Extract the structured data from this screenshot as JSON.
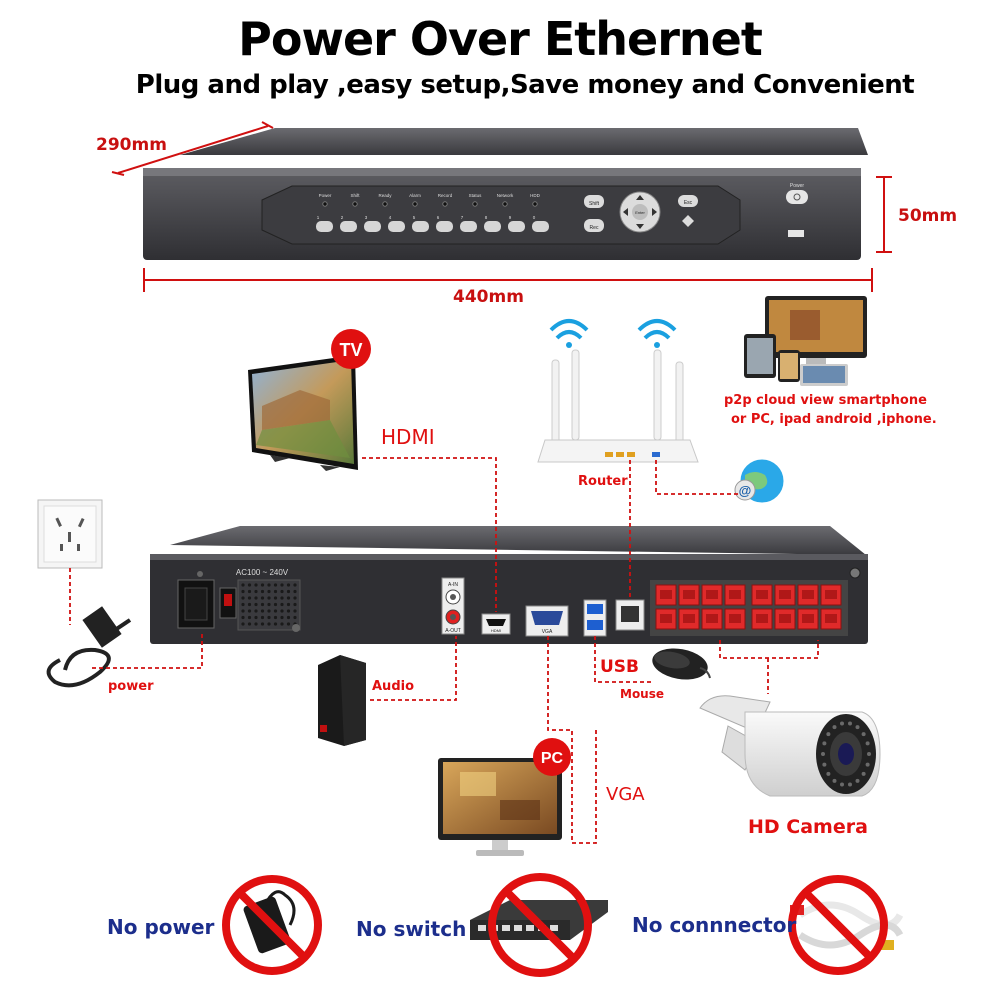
{
  "header": {
    "title": "Power Over Ethernet",
    "subtitle": "Plug and play ,easy setup,Save money and Convenient"
  },
  "dimensions": {
    "depth": "290mm",
    "height": "50mm",
    "width": "440mm"
  },
  "front_panel": {
    "indicators": [
      "Power",
      "Shift",
      "Ready",
      "Alarm",
      "Record",
      "Status",
      "Network",
      "HDD"
    ],
    "button_numbers": [
      "1",
      "2",
      "3",
      "4",
      "5",
      "6",
      "7",
      "8",
      "9",
      "0"
    ],
    "shift_label": "Shift",
    "rec_label": "Rec",
    "esc_label": "Esc",
    "enter_label": "Enter",
    "power_label": "Power"
  },
  "rear_panel": {
    "ac_label": "AC100 ~ 240V",
    "audio_in_label": "A-IN",
    "audio_out_label": "A-OUT",
    "hdmi_label": "HDMI",
    "vga_label": "VGA"
  },
  "connections": {
    "tv_badge": "TV",
    "hdmi": "HDMI",
    "router": "Router",
    "p2p_line1": "p2p cloud  view smartphone",
    "p2p_line2": "or PC, ipad android ,iphone.",
    "power": "power",
    "audio": "Audio",
    "usb": "USB",
    "mouse": "Mouse",
    "pc_badge": "PC",
    "vga": "VGA",
    "camera": "HD Camera"
  },
  "no_items": {
    "no_power": "No power",
    "no_switch": "No switch",
    "no_connector": "No connnector"
  },
  "colors": {
    "accent_red": "#e01010",
    "navy": "#1c2e8c",
    "device_gray": "#4a4a4e"
  }
}
